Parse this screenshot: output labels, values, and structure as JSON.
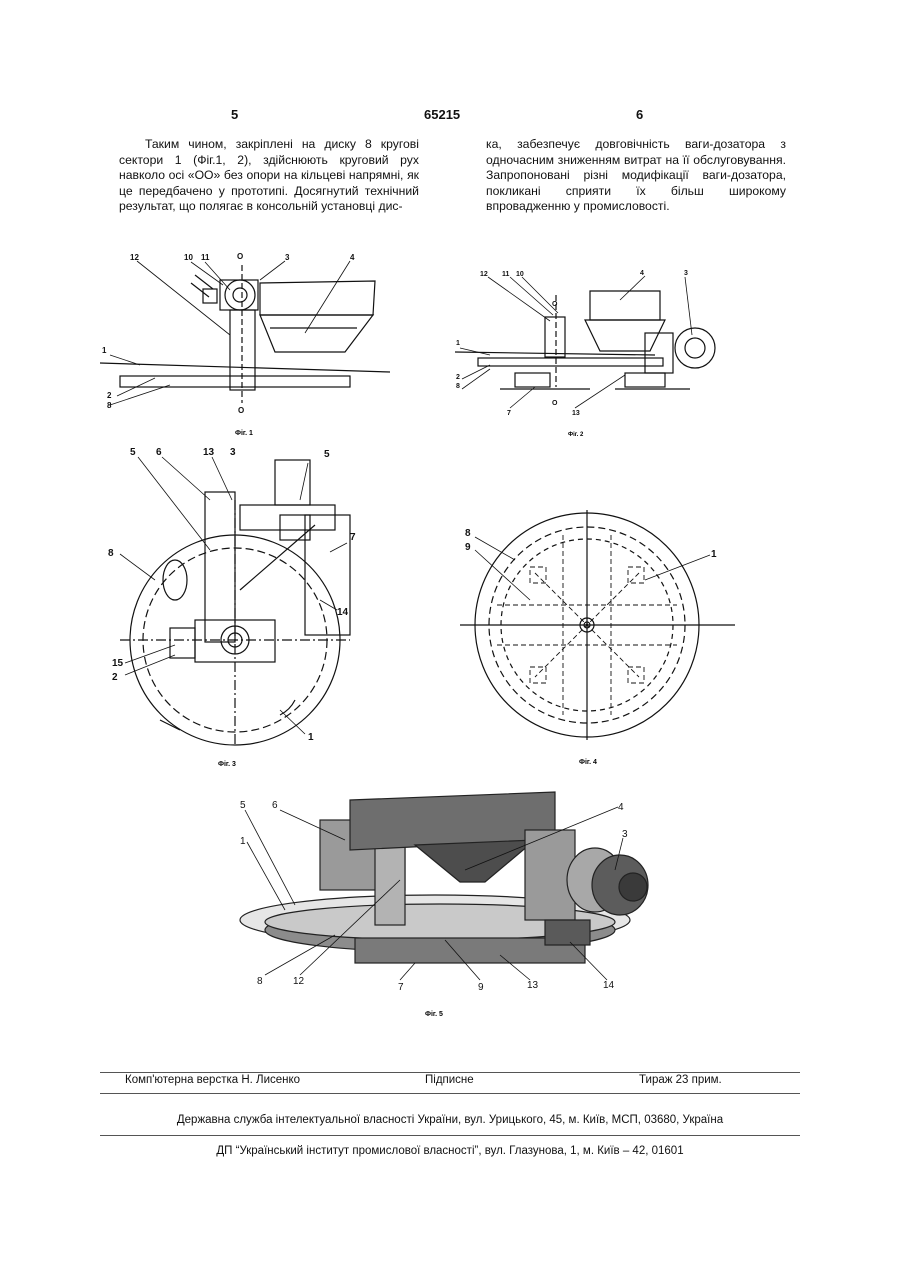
{
  "header": {
    "left_page": "5",
    "doc_number": "65215",
    "right_page": "6"
  },
  "text": {
    "left_column": "Таким чином, закріплені на диску 8 кругові сектори 1 (Фіг.1, 2), здійснюють круговий рух навколо осі «ОО» без опори на кільцеві напрямні, як це передбачено у прототипі. Досягнутий технічний результат, що полягає в консольній установці дис-",
    "right_column": "ка, забезпечує довговічність ваги-дозатора з одночасним зниженням витрат на її обслуговування. Запропоновані різні модифікації ваги-дозатора, покликані сприяти їх більш широкому впровадженню у промисловості."
  },
  "figures": {
    "fig1": {
      "caption": "Фіг. 1",
      "labels": {
        "l12": "12",
        "l10": "10",
        "l11": "11",
        "lO_top": "O",
        "l3": "3",
        "l4": "4",
        "l1": "1",
        "l2": "2",
        "l8": "8",
        "lO_bot": "O"
      }
    },
    "fig2": {
      "caption": "Фіг. 2",
      "labels": {
        "l12": "12",
        "l11": "11",
        "l10": "10",
        "lO_top": "O",
        "l4": "4",
        "l3": "3",
        "l1": "1",
        "l2": "2",
        "l8": "8",
        "l7": "7",
        "lO_bot": "O",
        "l13": "13"
      }
    },
    "fig3": {
      "caption": "Фіг. 3",
      "labels": {
        "l5a": "5",
        "l6": "6",
        "l13": "13",
        "l3": "3",
        "l5b": "5",
        "l7": "7",
        "l8": "8",
        "l14": "14",
        "l15": "15",
        "l2": "2",
        "l1": "1"
      }
    },
    "fig4": {
      "caption": "Фіг. 4",
      "labels": {
        "l8": "8",
        "l9": "9",
        "l1": "1"
      }
    },
    "fig5": {
      "caption": "Фіг. 5",
      "labels": {
        "l5": "5",
        "l6": "6",
        "l4": "4",
        "l3": "3",
        "l1": "1",
        "l8": "8",
        "l12": "12",
        "l7": "7",
        "l9": "9",
        "l13": "13",
        "l14": "14"
      }
    }
  },
  "footer": {
    "layout": "Комп'ютерна верстка Н. Лисенко",
    "signed": "Підписне",
    "circulation": "Тираж 23 прим.",
    "agency": "Державна служба інтелектуальної власності України, вул. Урицького, 45, м. Київ, МСП, 03680, Україна",
    "institute": "ДП “Український інститут промислової власності”, вул. Глазунова, 1, м. Київ – 42, 01601"
  }
}
